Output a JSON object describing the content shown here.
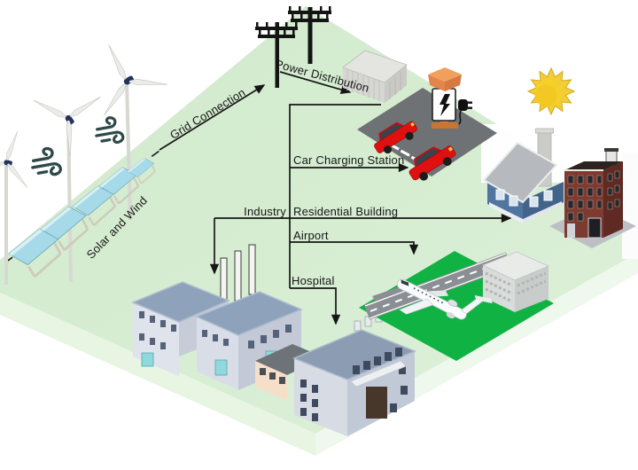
{
  "labels": {
    "grid_connection": "Grid Connection",
    "power_distribution": "Power Distribution",
    "solar_and_wind": "Solar and Wind",
    "car_charging_station": "Car Charging Station",
    "industry": "Industry",
    "residential_building": "Residential Building",
    "airport": "Airport",
    "hospital": "Hospital"
  },
  "connections": [
    {
      "from": "solar-and-wind-farm",
      "to": "grid-poles",
      "label": "Grid Connection"
    },
    {
      "from": "grid-poles",
      "to": "substation",
      "label": "Power Distribution"
    },
    {
      "from": "substation",
      "to": "car-charging-station",
      "label": "Car Charging Station"
    },
    {
      "from": "substation",
      "to": "industry-factory",
      "label": "Industry"
    },
    {
      "from": "substation",
      "to": "residential-building",
      "label": "Residential Building"
    },
    {
      "from": "substation",
      "to": "airport",
      "label": "Airport"
    },
    {
      "from": "substation",
      "to": "hospital",
      "label": "Hospital"
    }
  ],
  "icons": [
    "wind-turbine-icon",
    "wind-gust-icon",
    "solar-panel-icon",
    "power-pole-icon",
    "substation-icon",
    "ev-charger-icon",
    "car-icon",
    "sun-icon",
    "house-icon",
    "apartment-icon",
    "factory-icon",
    "hospital-icon",
    "airplane-icon",
    "runway-icon",
    "terminal-icon"
  ],
  "colors": {
    "ground_green": "#d7edd2",
    "airport_green": "#10b244",
    "car_red": "#e01010",
    "solar_blue": "#a6dae8",
    "charger_orange": "#e8915a",
    "sun_yellow": "#f2cd35",
    "line_black": "#161616"
  }
}
